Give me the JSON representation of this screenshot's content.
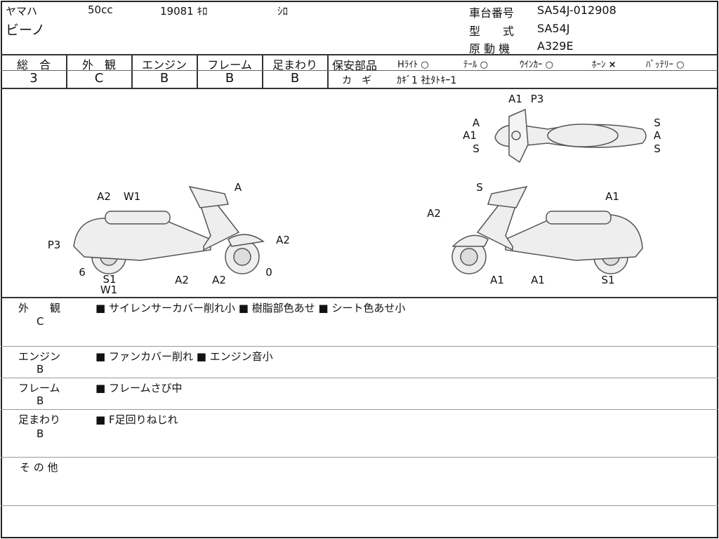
{
  "header": {
    "maker": "ヤマハ",
    "displacement": "50cc",
    "mileage": "19081 ｷﾛ",
    "color": "ｼﾛ",
    "model": "ビーノ",
    "chassis_label": "車台番号",
    "chassis": "SA54J-012908",
    "type_label": "型　　式",
    "type": "SA54J",
    "engine_label": "原 動 機",
    "engine": "A329E"
  },
  "scores": [
    {
      "label": "総　合",
      "value": "3"
    },
    {
      "label": "外　観",
      "value": "C"
    },
    {
      "label": "エンジン",
      "value": "B"
    },
    {
      "label": "フレーム",
      "value": "B"
    },
    {
      "label": "足まわり",
      "value": "B"
    }
  ],
  "safety": {
    "label": "保安部品",
    "items": [
      {
        "name": "Hﾗｲﾄ",
        "mark": "○"
      },
      {
        "name": "ﾃｰﾙ",
        "mark": "○"
      },
      {
        "name": "ｳｲﾝｶｰ",
        "mark": "○"
      },
      {
        "name": "ﾎｰﾝ",
        "mark": "×"
      },
      {
        "name": "ﾊﾞｯﾃﾘｰ",
        "mark": "○"
      }
    ]
  },
  "keys": {
    "label": "カ　ギ",
    "value": "ｶｷﾞ1 社ﾀﾄｷｰ1"
  },
  "diagram": {
    "left": [
      "A",
      "A2",
      "W1",
      "P3",
      "A2",
      "6",
      "S1",
      "W1",
      "A2",
      "A2",
      "0"
    ],
    "right": [
      "S",
      "A1",
      "A2",
      "A1",
      "A1",
      "S1"
    ],
    "top": [
      "A1",
      "P3",
      "A",
      "A1",
      "S",
      "S",
      "A",
      "S"
    ]
  },
  "comments": [
    {
      "category": "外　　観",
      "grade": "C",
      "text": "■ サイレンサーカバー削れ小 ■ 樹脂部色あせ ■ シート色あせ小"
    },
    {
      "category": "エンジン",
      "grade": "B",
      "text": "■ ファンカバー削れ ■ エンジン音小"
    },
    {
      "category": "フレーム",
      "grade": "B",
      "text": "■ フレームさび中"
    },
    {
      "category": "足まわり",
      "grade": "B",
      "text": "■ F足回りねじれ"
    },
    {
      "category": "そ の 他",
      "grade": "",
      "text": ""
    }
  ]
}
